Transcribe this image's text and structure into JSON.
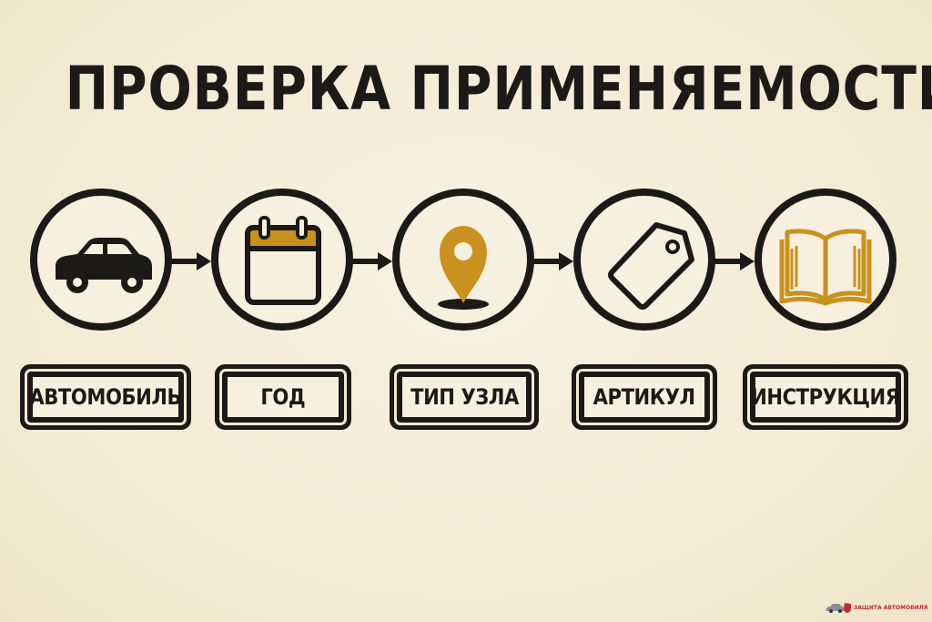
{
  "title": "ПРОВЕРКА ПРИМЕНЯЕМОСТИ",
  "steps": [
    {
      "label": "АВТОМОБИЛЬ",
      "icon": "car-icon"
    },
    {
      "label": "ГОД",
      "icon": "calendar-icon"
    },
    {
      "label": "ТИП УЗЛА",
      "icon": "location-pin-icon"
    },
    {
      "label": "АРТИКУЛ",
      "icon": "tag-icon"
    },
    {
      "label": "ИНСТРУКЦИЯ",
      "icon": "book-icon"
    }
  ],
  "watermark": {
    "text": "ЗАЩИТА АВТОМОБИЛЯ"
  },
  "colors": {
    "ink": "#1b1a17",
    "accent": "#c9921f",
    "paper": "#f6efdc",
    "brand": "#c62a2a"
  }
}
